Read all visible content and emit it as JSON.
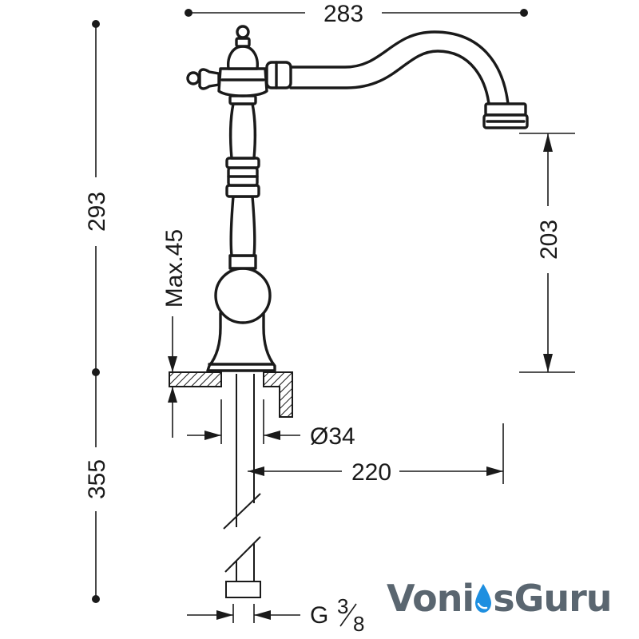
{
  "dimensions": {
    "width_top": "283",
    "height_upper": "293",
    "height_lower": "355",
    "spout_height": "203",
    "deck_max": "Max.45",
    "hole_diameter": "Ø34",
    "reach": "220",
    "connection_prefix": "G",
    "connection_num": "3",
    "connection_den": "8"
  },
  "brand": {
    "part1": "Voni",
    "drop": "drop-icon",
    "part2": "sGuru",
    "text_color": "#5a6670",
    "drop_color": "#1e8fe0"
  }
}
